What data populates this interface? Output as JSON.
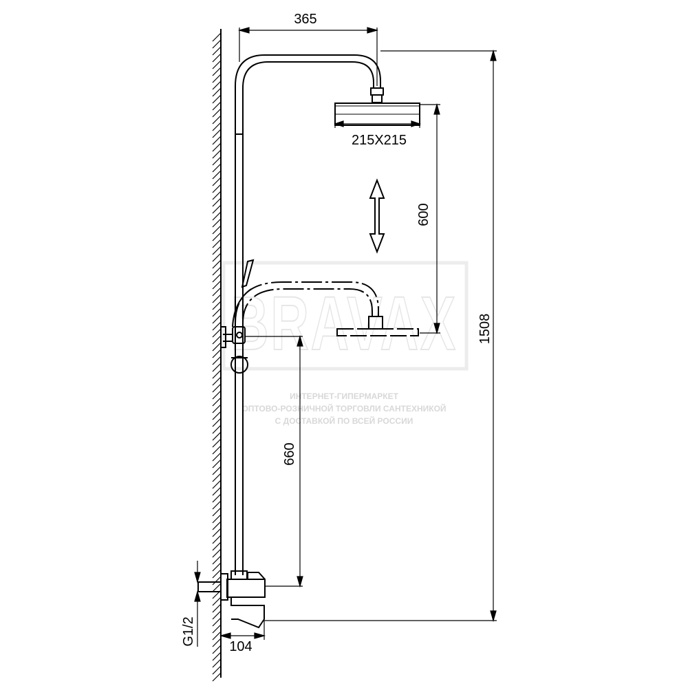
{
  "watermark": {
    "brand": "BRAVAX",
    "line1": "ИНТЕРНЕТ-ГИПЕРМАРКЕТ",
    "line2": "ОПТОВО-РОЗНИЧНОЙ ТОРГОВЛИ САНТЕХНИКОЙ",
    "line3": "С ДОСТАВКОЙ ПО ВСЕЙ РОССИИ"
  },
  "dimensions": {
    "arm_reach": "365",
    "head_size": "215X215",
    "slide_range": "600",
    "total_height": "1508",
    "mixer_to_bar": "660",
    "thread": "G1/2",
    "mixer_depth": "104"
  }
}
